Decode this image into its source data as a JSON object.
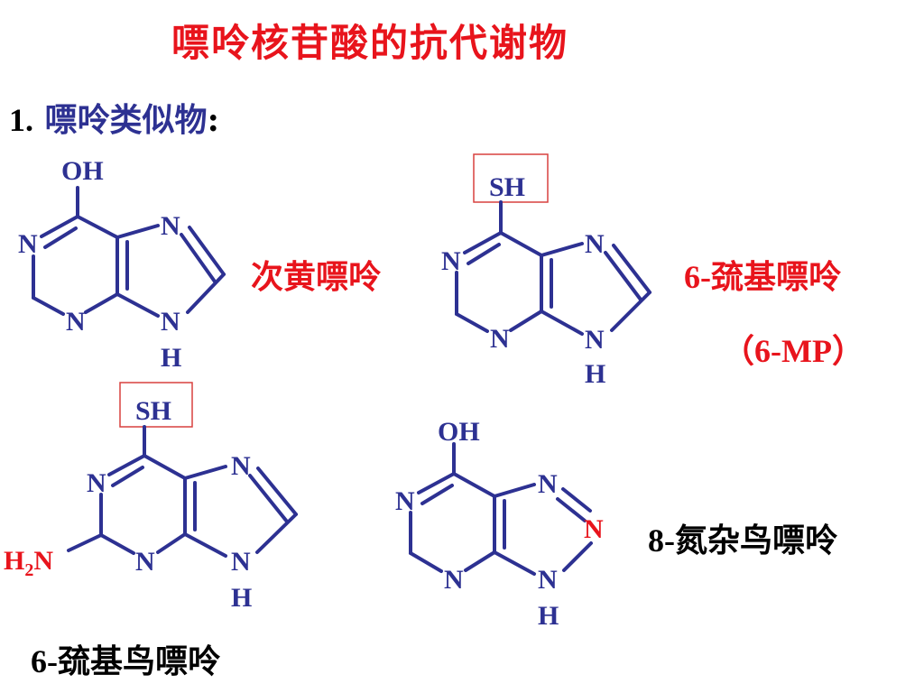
{
  "colors": {
    "red": "#e8141c",
    "navy": "#2d3192",
    "black": "#000000"
  },
  "title": "嘌呤核苷酸的抗代谢物",
  "heading": {
    "number": "1.",
    "text": "嘌呤类似物",
    "colon": ":"
  },
  "labels": {
    "hypoxanthine": "次黄嘌呤",
    "mp_name_prefix": "6-",
    "mp_name": "巯基嘌呤",
    "mp_abbrev": "（6-MP）",
    "azaguanine_prefix": "8-",
    "azaguanine_name": "氮杂鸟嘌呤",
    "thioguanine_prefix": "6-",
    "thioguanine_name": "巯基鸟嘌呤"
  },
  "molecules": {
    "hypoxanthine": {
      "substituent": "OH",
      "n1": "N",
      "n3": "N",
      "n7": "N",
      "n9": "N",
      "h9": "H"
    },
    "mercaptopurine": {
      "substituent": "SH",
      "n1": "N",
      "n3": "N",
      "n7": "N",
      "n9": "N",
      "h9": "H"
    },
    "thioguanine": {
      "substituent": "SH",
      "amino": "H",
      "amino_sub": "2",
      "amino_n": "N",
      "n1": "N",
      "n3": "N",
      "n7": "N",
      "n9": "N",
      "h9": "H"
    },
    "azaguanine": {
      "substituent": "OH",
      "n1": "N",
      "n3": "N",
      "n7": "N",
      "n8": "N",
      "n9": "N",
      "h9": "H"
    }
  }
}
